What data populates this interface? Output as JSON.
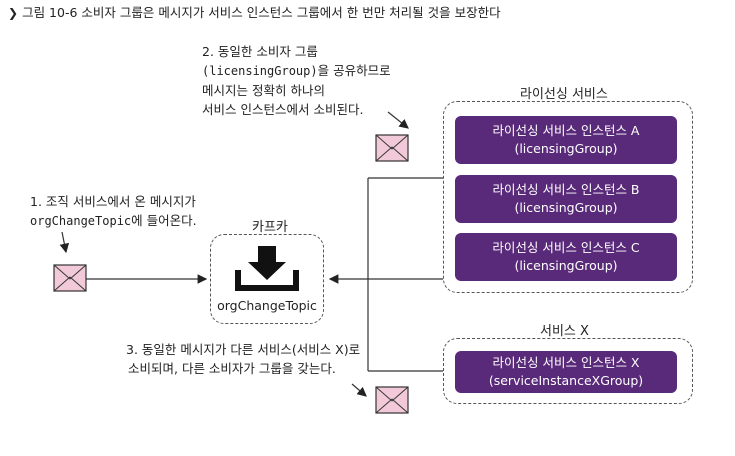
{
  "title": "그림 10-6 소비자 그룹은 메시지가 서비스 인스턴스 그룹에서 한 번만 처리될 것을 보장한다",
  "annotations": {
    "a1": {
      "line1": "1. 조직 서비스에서 온 메시지가",
      "line2_code": "orgChangeTopic",
      "line2_rest": "에 들어온다."
    },
    "a2": {
      "line1": "2. 동일한 소비자 그룹",
      "line2_code": "(licensingGroup)",
      "line2_rest": "을 공유하므로",
      "line3": "메시지는 정확히 하나의",
      "line4": "서비스 인스턴스에서 소비된다."
    },
    "a3": {
      "line1": "3. 동일한 메시지가 다른 서비스(서비스 X)로",
      "line2": "소비되며, 다른 소비자가 그룹을 갖는다."
    }
  },
  "kafka": {
    "label": "카프카",
    "topic": "orgChangeTopic"
  },
  "licensing_service": {
    "label": "라이선싱 서비스",
    "instances": [
      {
        "name": "라이선싱 서비스 인스턴스 A",
        "group": "(licensingGroup)"
      },
      {
        "name": "라이선싱 서비스 인스턴스 B",
        "group": "(licensingGroup)"
      },
      {
        "name": "라이선싱 서비스 인스턴스 C",
        "group": "(licensingGroup)"
      }
    ]
  },
  "service_x": {
    "label": "서비스 X",
    "instances": [
      {
        "name": "라이선싱 서비스 인스턴스 X",
        "group": "(serviceInstanceXGroup)"
      }
    ]
  },
  "colors": {
    "instance_fill": "#5a2a7a",
    "envelope_fill": "#f2c9d8"
  }
}
